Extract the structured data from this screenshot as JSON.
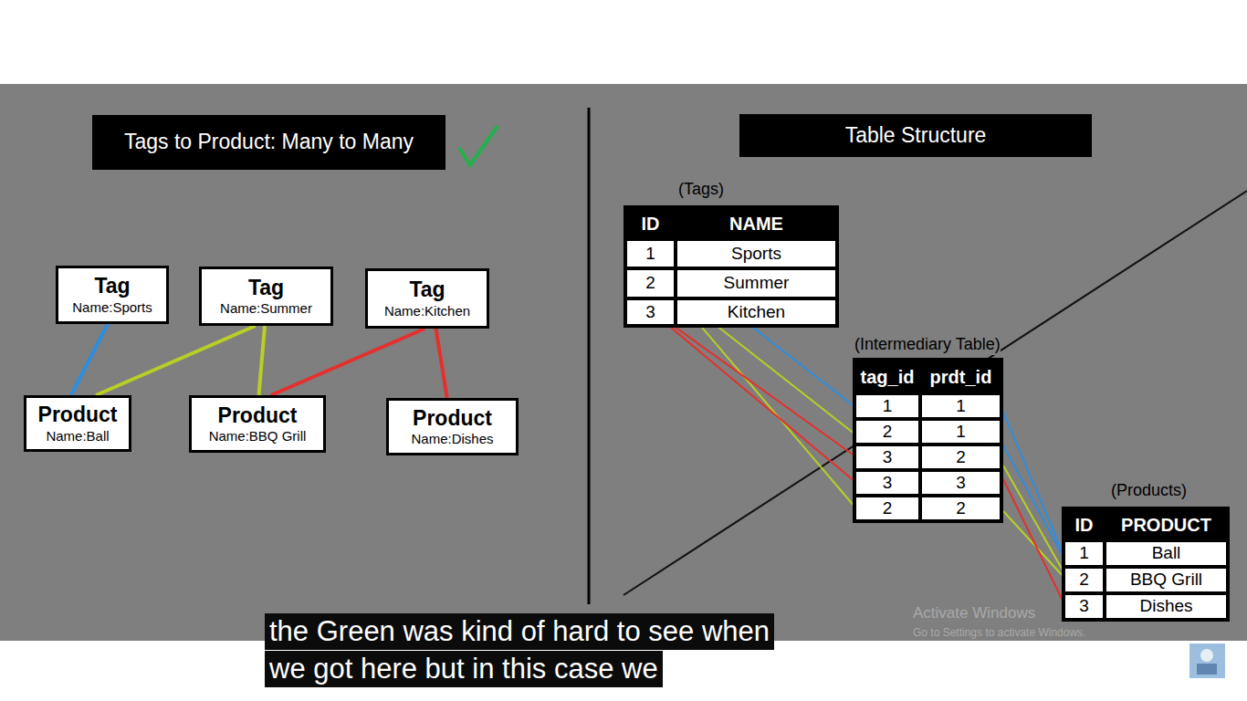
{
  "diagram": {
    "nodes": [
      {
        "text": [
          "Tags to Product: Many to Many"
        ]
      },
      {
        "text": [
          "Table Structure"
        ]
      },
      {
        "text": [
          "Tag",
          "Name:Sports"
        ]
      },
      {
        "text": [
          "Tag",
          "Name:Summer"
        ]
      },
      {
        "text": [
          "Tag",
          "Name:Kitchen"
        ]
      },
      {
        "text": [
          "Product",
          "Name:Ball"
        ]
      },
      {
        "text": [
          "Product",
          "Name:BBQ Grill"
        ]
      },
      {
        "text": [
          "Product",
          "Name:Dishes"
        ]
      }
    ],
    "edges": [
      {
        "from": 2,
        "to": 5,
        "arrow": "none"
      },
      {
        "from": 3,
        "to": 5,
        "arrow": "none"
      },
      {
        "from": 3,
        "to": 6,
        "arrow": "none"
      },
      {
        "from": 4,
        "to": 6,
        "arrow": "none"
      },
      {
        "from": 4,
        "to": 7,
        "arrow": "none"
      }
    ],
    "labels": [
      "(Tags)",
      "ID",
      "NAME",
      "1",
      "Sports",
      "2",
      "Summer",
      "3",
      "Kitchen",
      "(Intermediary Table)",
      "tag_id",
      "prdt_id",
      "1",
      "1",
      "2",
      "1",
      "3",
      "2",
      "3",
      "3",
      "2",
      "2",
      "(Products)",
      "ID",
      "PRODUCT",
      "1",
      "Ball",
      "2",
      "BBQ Grill",
      "3",
      "Dishes",
      "the Green was kind of hard to see when",
      "we got here but in this case we",
      "Activate Windows",
      "Go to Settings to activate Windows."
    ]
  }
}
